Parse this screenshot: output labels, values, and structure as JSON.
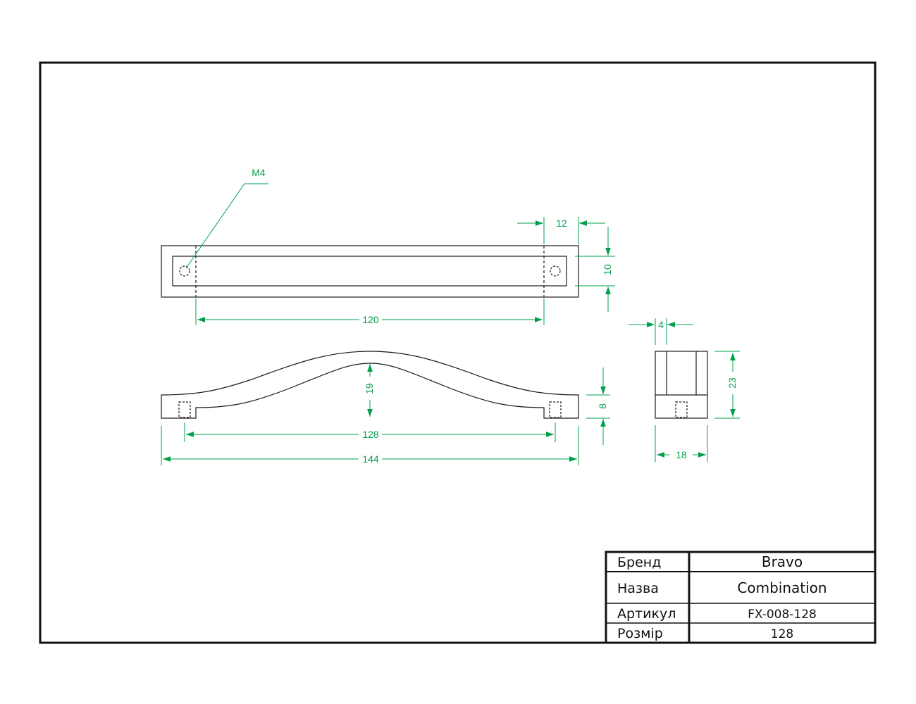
{
  "colors": {
    "outline": "#1a1a1a",
    "dimension": "#00a04b",
    "background": "#ffffff"
  },
  "dimensions": {
    "thread": "M4",
    "hole_spacing": "120",
    "end_width": "12",
    "top_height": "10",
    "arch_height": "19",
    "mounting_length": "128",
    "overall_length": "144",
    "foot_height": "8",
    "side_inset": "4",
    "side_height": "23",
    "side_depth": "18"
  },
  "title_block": {
    "brand_label": "Бренд",
    "brand_value": "Bravo",
    "name_label": "Назва",
    "name_value": "Combination",
    "article_label": "Артикул",
    "article_value": "FX-008-128",
    "size_label": "Розмір",
    "size_value": "128"
  }
}
